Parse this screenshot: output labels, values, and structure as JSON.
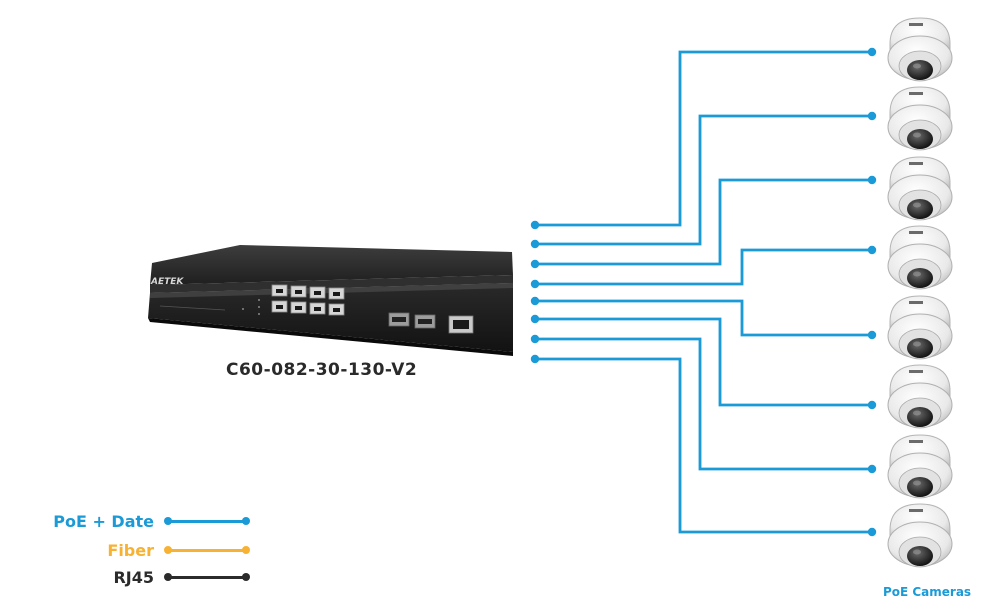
{
  "switch": {
    "model": "C60-082-30-130-V2",
    "brand": "AETEK"
  },
  "legend": [
    {
      "label": "PoE + Date",
      "color": "#1a9ad6"
    },
    {
      "label": "Fiber",
      "color": "#f7b234"
    },
    {
      "label": "RJ45",
      "color": "#2b2b2b"
    }
  ],
  "cameras": {
    "label": "PoE Cameras",
    "count": 8,
    "label_color": "#1a9ad6"
  },
  "colors": {
    "poe_line": "#1a9ad6",
    "switch_body": "#1c1c1c"
  }
}
